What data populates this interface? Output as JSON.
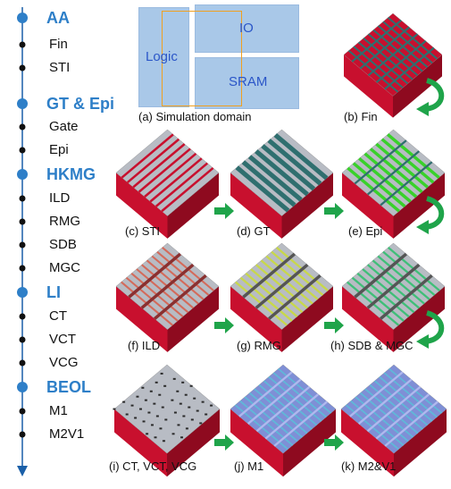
{
  "timeline": {
    "color": "#2e7fc8",
    "steps": [
      {
        "label": "AA",
        "major": true
      },
      {
        "label": "Fin",
        "major": false
      },
      {
        "label": "STI",
        "major": false
      },
      {
        "label": "GT & Epi",
        "major": true
      },
      {
        "label": "Gate",
        "major": false
      },
      {
        "label": "Epi",
        "major": false
      },
      {
        "label": "HKMG",
        "major": true
      },
      {
        "label": "ILD",
        "major": false
      },
      {
        "label": "RMG",
        "major": false
      },
      {
        "label": "SDB",
        "major": false
      },
      {
        "label": "MGC",
        "major": false
      },
      {
        "label": "LI",
        "major": true
      },
      {
        "label": "CT",
        "major": false
      },
      {
        "label": "VCT",
        "major": false
      },
      {
        "label": "VCG",
        "major": false
      },
      {
        "label": "BEOL",
        "major": true
      },
      {
        "label": "M1",
        "major": false
      },
      {
        "label": "M2V1",
        "major": false
      }
    ]
  },
  "domain": {
    "logic": "Logic",
    "io": "IO",
    "sram": "SRAM"
  },
  "captions": {
    "a": "(a) Simulation domain",
    "b": "(b) Fin",
    "c": "(c) STI",
    "d": "(d) GT",
    "e": "(e) Epi",
    "f": "(f) ILD",
    "g": "(g) RMG",
    "h": "(h) SDB & MGC",
    "i": "(i) CT, VCT, VCG",
    "j": "(j) M1",
    "k": "(k) M2&V1"
  },
  "colors": {
    "substrate": "#c8102e",
    "substrate_dark": "#8e0a1f",
    "oxide": "#b8bcc4",
    "gate": "#2f6f6f",
    "epi": "#39d12a",
    "rmg": "#c8d84a",
    "metal": "#7f8fd6",
    "arrow": "#1fa44a"
  }
}
